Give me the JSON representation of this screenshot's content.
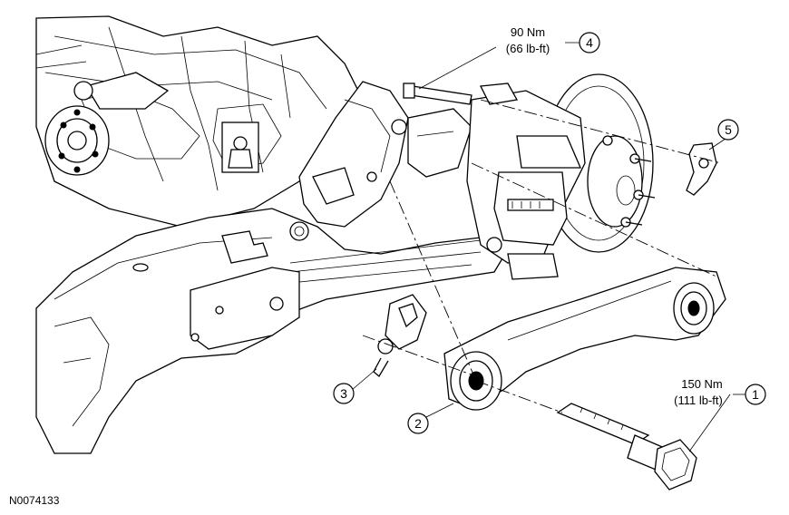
{
  "figure": {
    "reference_code": "N0074133",
    "callouts": [
      {
        "number": "1",
        "torque_nm": "150 Nm",
        "torque_lbft": "(111 lb-ft)"
      },
      {
        "number": "2"
      },
      {
        "number": "3"
      },
      {
        "number": "4",
        "torque_nm": "90 Nm",
        "torque_lbft": "(66 lb-ft)"
      },
      {
        "number": "5"
      }
    ]
  }
}
